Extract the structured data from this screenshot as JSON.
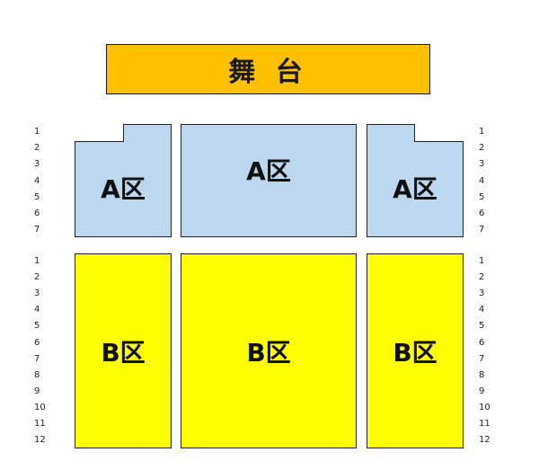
{
  "stage": {
    "label": "舞 台"
  },
  "colors": {
    "stage": "#ffc000",
    "zone_a": "#bdd7ee",
    "zone_b": "#ffff00"
  },
  "zones": {
    "a_left": "A区",
    "a_center": "A区",
    "a_right": "A区",
    "b_left": "B区",
    "b_center": "B区",
    "b_right": "B区"
  },
  "rows_a": [
    "1",
    "2",
    "3",
    "4",
    "5",
    "6",
    "7"
  ],
  "rows_b": [
    "1",
    "2",
    "3",
    "4",
    "5",
    "6",
    "7",
    "8",
    "9",
    "10",
    "11",
    "12"
  ]
}
